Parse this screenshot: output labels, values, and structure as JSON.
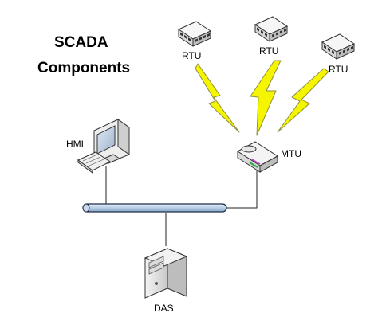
{
  "title": {
    "line1": "SCADA",
    "line2": "Components"
  },
  "nodes": {
    "hmi": {
      "label": "HMI",
      "icon": "workstation-computer-icon"
    },
    "mtu": {
      "label": "MTU",
      "icon": "network-router-icon"
    },
    "das": {
      "label": "DAS",
      "icon": "server-tower-icon"
    },
    "rtu_1": {
      "label": "RTU",
      "icon": "network-switch-icon"
    },
    "rtu_2": {
      "label": "RTU",
      "icon": "network-switch-icon"
    },
    "rtu_3": {
      "label": "RTU",
      "icon": "network-switch-icon"
    }
  },
  "links": {
    "wireless": {
      "icon": "lightning-bolt-icon",
      "color": "#f5f500",
      "outline": "#8f8f3c"
    },
    "bus": {
      "icon": "network-bus-icon",
      "color": "#b8cde6",
      "outline": "#1f2d4a"
    }
  }
}
